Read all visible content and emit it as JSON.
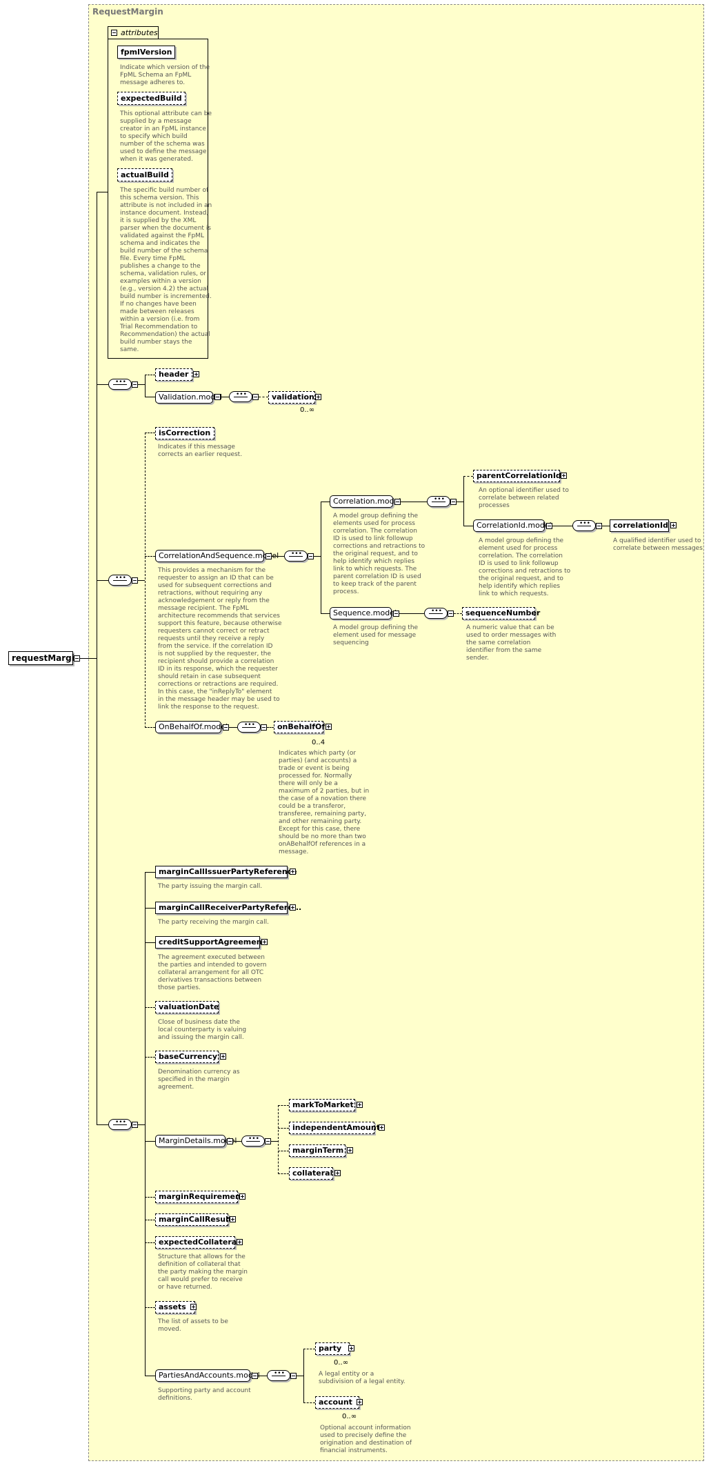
{
  "title": "RequestMargin",
  "root": "requestMargin",
  "attributes_label": "attributes",
  "attributes": [
    {
      "name": "fpmlVersion",
      "desc": "Indicate which version of the\nFpML Schema an FpML\nmessage adheres to."
    },
    {
      "name": "expectedBuild",
      "desc": "This optional attribute can be\nsupplied by a message\ncreator in an FpML instance\nto specify which build\nnumber of the schema was\nused to define the message\nwhen it was generated."
    },
    {
      "name": "actualBuild",
      "desc": "The specific build number of\nthis schema version. This\nattribute is not included in an\ninstance document. Instead,\nit is supplied by the XML\nparser when the document is\nvalidated against the FpML\nschema and indicates the\nbuild number of the schema\nfile. Every time FpML\npublishes a change to the\nschema, validation rules, or\nexamples within a version\n(e.g., version 4.2) the actual\nbuild number is incremented.\nIf no changes have been\nmade between releases\nwithin a version (i.e. from\nTrial Recommendation to\nRecommendation) the actual\nbuild number stays the\nsame."
    }
  ],
  "header": "header",
  "validation_model": "Validation.model",
  "validation": "validation",
  "validation_card": "0..∞",
  "isCorrection": {
    "name": "isCorrection",
    "desc": "Indicates if this message\ncorrects an earlier request."
  },
  "cas_model": {
    "name": "CorrelationAndSequence.model",
    "desc": "This provides a mechanism for the\nrequester to assign an ID that can be\nused for subsequent corrections and\nretractions, without requiring any\nacknowledgement or reply from the\nmessage recipient. The FpML\narchitecture recommends that services\nsupport this feature, because otherwise\nrequesters cannot correct or retract\nrequests until they receive a reply\nfrom the service. If the correlation ID\nis not supplied by the requester, the\nrecipient should provide a correlation\nID in its response, which the requester\nshould retain in case subsequent\ncorrections or retractions are required.\nIn this case, the \"inReplyTo\" element\nin the message header may be used to\nlink the response to the request."
  },
  "correlation_model": {
    "name": "Correlation.model",
    "desc": "A model group defining the\nelements used for process\ncorrelation. The correlation\nID is used to link followup\ncorrections and retractions to\nthe original request, and to\nhelp identify which replies\nlink to which requests. The\nparent correlation ID is used\nto keep track of the parent\nprocess."
  },
  "parentCorrelationId": {
    "name": "parentCorrelationId",
    "desc": "An optional identifier used to\ncorrelate between related\nprocesses"
  },
  "correlationId_model": {
    "name": "CorrelationId.model",
    "desc": "A model group defining the\nelement used for process\ncorrelation. The correlation\nID is used to link followup\ncorrections and retractions to\nthe original request, and to\nhelp identify which replies\nlink to which requests."
  },
  "correlationId": {
    "name": "correlationId",
    "desc": "A qualified identifier used to\ncorrelate between messages"
  },
  "sequence_model": {
    "name": "Sequence.model",
    "desc": "A model group defining the\nelement used for message\nsequencing"
  },
  "sequenceNumber": {
    "name": "sequenceNumber",
    "desc": "A numeric value that can be\nused to order messages with\nthe same correlation\nidentifier from the same\nsender."
  },
  "onBehalfOf_model": "OnBehalfOf.model",
  "onBehalfOf": {
    "name": "onBehalfOf",
    "card": "0..4",
    "desc": "Indicates which party (or\nparties) (and accounts) a\ntrade or event is being\nprocessed for. Normally\nthere will only be a\nmaximum of 2 parties, but in\nthe case of a novation there\ncould be a transferor,\ntransferee, remaining party,\nand other remaining party.\nExcept for this case, there\nshould be no more than two\nonABehalfOf references in a\nmessage."
  },
  "marginCallIssuerPartyReference": {
    "name": "marginCallIssuerPartyReference",
    "desc": "The party issuing the margin call."
  },
  "marginCallReceiverPartyReference": {
    "name": "marginCallReceiverPartyRefere...",
    "desc": "The party receiving the margin call."
  },
  "creditSupportAgreement": {
    "name": "creditSupportAgreement",
    "desc": "The agreement executed between\nthe parties and intended to govern\ncollateral arrangement for all OTC\nderivatives transactions between\nthose parties."
  },
  "valuationDate": {
    "name": "valuationDate",
    "desc": "Close of business date the\nlocal counterparty is valuing\nand issuing the margin call."
  },
  "baseCurrency": {
    "name": "baseCurrency",
    "desc": "Denomination currency as\nspecified in the margin\nagreement."
  },
  "marginDetails_model": "MarginDetails.model",
  "markToMarket": "markToMarket",
  "independentAmount": "independentAmount",
  "marginTerm": "marginTerm",
  "collateral": "collateral",
  "marginRequirement": "marginRequirement",
  "marginCallResult": "marginCallResult",
  "expectedCollateral": {
    "name": "expectedCollateral",
    "desc": "Structure that allows for the\ndefinition of collateral that\nthe party making the margin\ncall would prefer to receive\nor have returned."
  },
  "assets": {
    "name": "assets",
    "desc": "The list of assets to be\nmoved."
  },
  "partiesAndAccounts_model": {
    "name": "PartiesAndAccounts.model",
    "desc": "Supporting party and account\ndefinitions."
  },
  "party": {
    "name": "party",
    "card": "0..∞",
    "desc": "A legal entity or a\nsubdivision of a legal entity."
  },
  "account": {
    "name": "account",
    "card": "0..∞",
    "desc": "Optional account information\nused to precisely define the\norigination and destination of\nfinancial instruments."
  }
}
